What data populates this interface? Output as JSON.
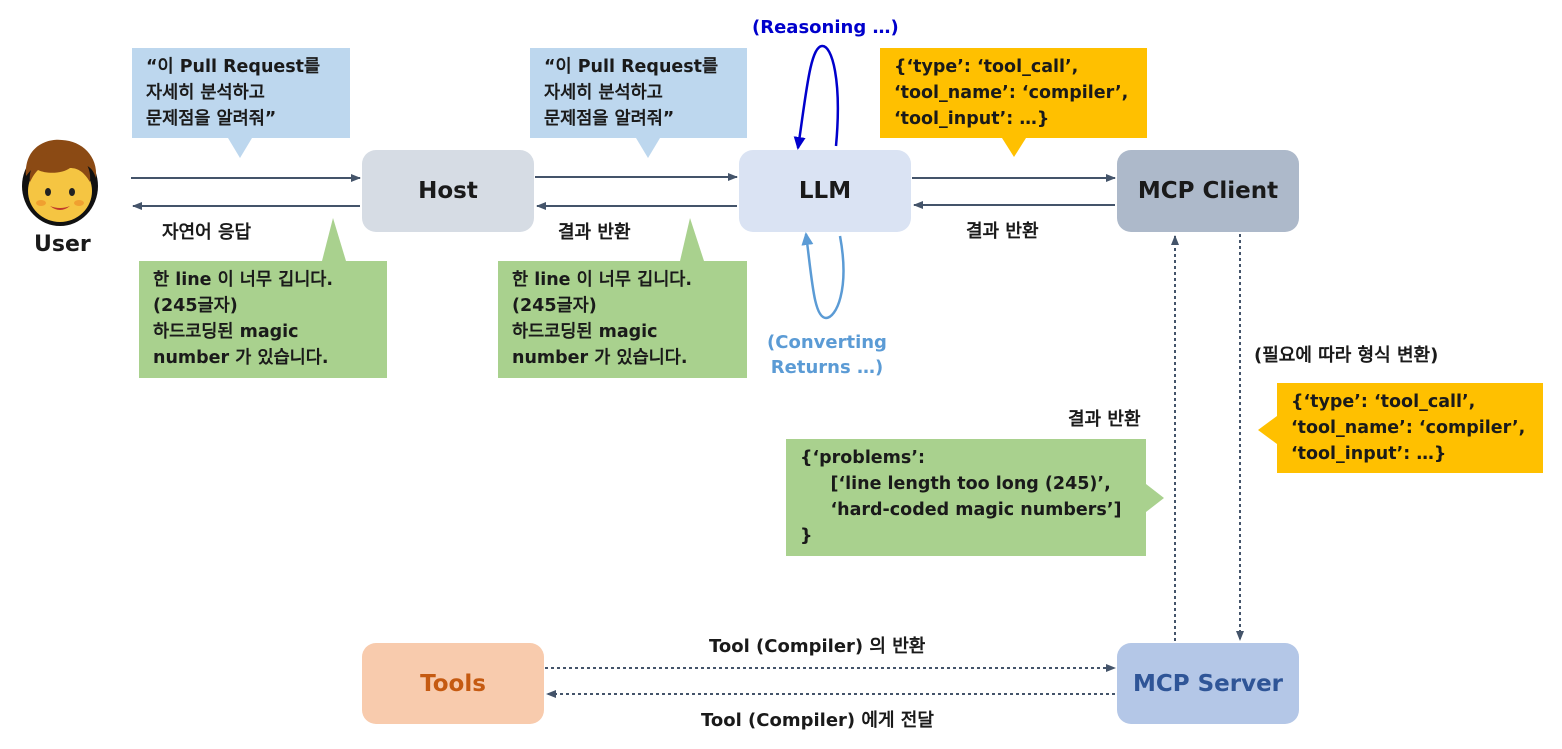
{
  "user": {
    "label": "User"
  },
  "nodes": {
    "host": "Host",
    "llm": "LLM",
    "mcp_client": "MCP Client",
    "tools": "Tools",
    "mcp_server": "MCP Server"
  },
  "bubbles": {
    "user_request": "“이 Pull Request를\n자세히 분석하고\n문제점을 알려줘”",
    "host_request": "“이 Pull Request를\n자세히 분석하고\n문제점을 알려줘”",
    "user_response": "한 line 이 너무 깁니다.\n(245글자)\n하드코딩된 magic\nnumber 가 있습니다.",
    "host_response": "한 line 이 너무 깁니다.\n(245글자)\n하드코딩된 magic\nnumber 가 있습니다.",
    "llm_tool_call": "{‘type’: ‘tool_call’,\n‘tool_name’: ‘compiler’,\n‘tool_input’: …}",
    "client_tool_call": "{‘type’: ‘tool_call’,\n‘tool_name’: ‘compiler’,\n‘tool_input’: …}",
    "problems": "{‘problems’:\n     [‘line length too long (245)’,\n     ‘hard-coded magic numbers’]\n}"
  },
  "labels": {
    "natural_response": "자연어 응답",
    "host_result": "결과 반환",
    "client_result": "결과 반환",
    "server_result": "결과 반환",
    "reasoning": "(Reasoning …)",
    "converting": "(Converting\nReturns …)",
    "format_convert": "(필요에 따라 형식 변환)",
    "tool_return": "Tool (Compiler) 의 반환",
    "tool_forward": "Tool (Compiler) 에게 전달"
  },
  "colors": {
    "node_gray": "#d6dce4",
    "node_light_blue": "#dae3f3",
    "node_slate": "#adb9ca",
    "node_peach": "#f8cbad",
    "node_blue": "#b4c7e7",
    "tools_text": "#c55a11",
    "server_text": "#2f5597",
    "reasoning": "#0000cc",
    "converting": "#5b9bd5",
    "arrow": "#44546a"
  }
}
